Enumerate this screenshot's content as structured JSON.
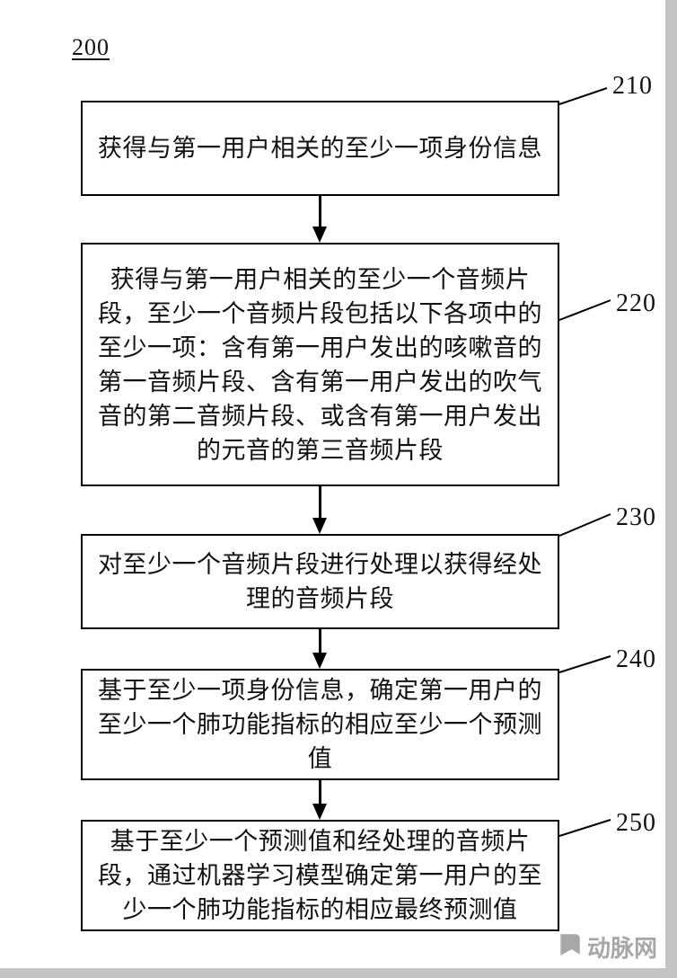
{
  "figure": {
    "label": "200",
    "steps": [
      {
        "ref": "210",
        "text": "获得与第一用户相关的至少一项身份信息"
      },
      {
        "ref": "220",
        "text": "获得与第一用户相关的至少一个音频片段，至少一个音频片段包括以下各项中的至少一项：含有第一用户发出的咳嗽音的第一音频片段、含有第一用户发出的吹气音的第二音频片段、或含有第一用户发出的元音的第三音频片段"
      },
      {
        "ref": "230",
        "text": "对至少一个音频片段进行处理以获得经处理的音频片段"
      },
      {
        "ref": "240",
        "text": "基于至少一项身份信息，确定第一用户的至少一个肺功能指标的相应至少一个预测值"
      },
      {
        "ref": "250",
        "text": "基于至少一个预测值和经处理的音频片段，通过机器学习模型确定第一用户的至少一个肺功能指标的相应最终预测值"
      }
    ],
    "watermark": "动脉网"
  }
}
